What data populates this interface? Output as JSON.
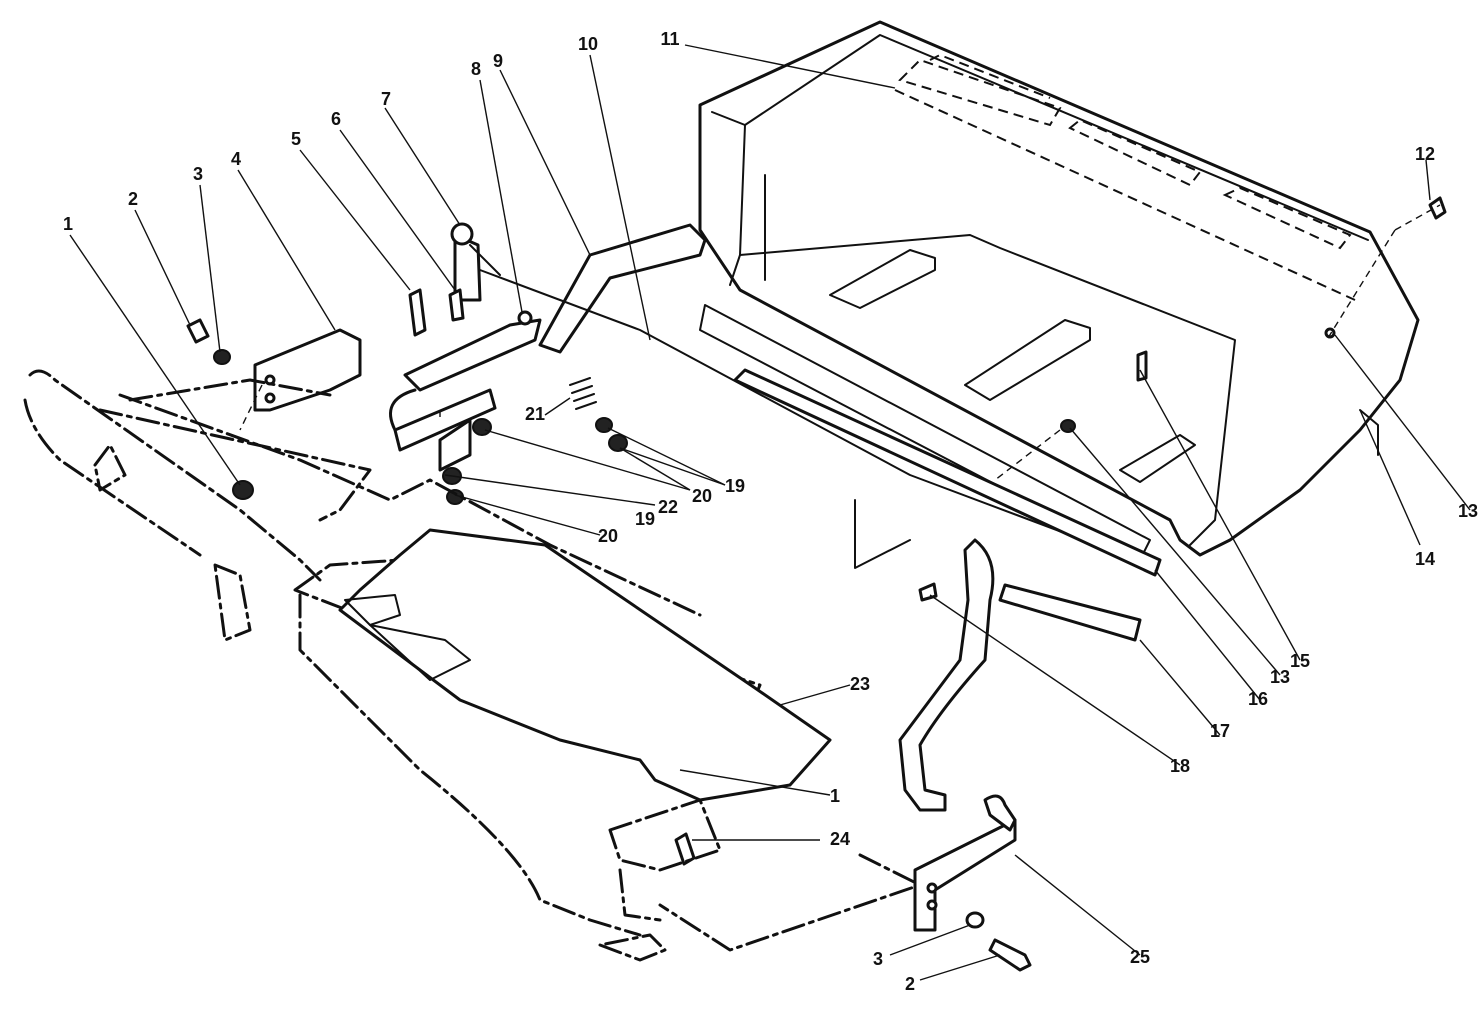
{
  "callouts": {
    "c1a": "1",
    "c2a": "2",
    "c3a": "3",
    "c4": "4",
    "c5": "5",
    "c6": "6",
    "c7": "7",
    "c8": "8",
    "c9": "9",
    "c10": "10",
    "c11": "11",
    "c12": "12",
    "c13a": "13",
    "c14": "14",
    "c21": "21",
    "c19a": "19",
    "c20a": "20",
    "c22": "22",
    "c19b": "19",
    "c20b": "20",
    "c13b": "13",
    "c15": "15",
    "c16": "16",
    "c17": "17",
    "c18": "18",
    "c23": "23",
    "c1b": "1",
    "c24": "24",
    "c25": "25",
    "c3b": "3",
    "c2b": "2"
  }
}
